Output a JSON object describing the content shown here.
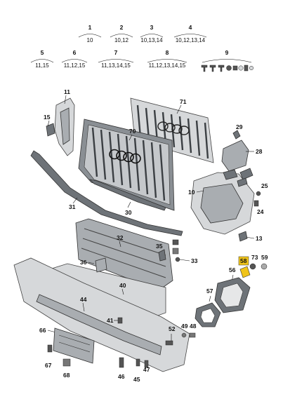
{
  "groups": [
    {
      "id": "1",
      "refs": "10"
    },
    {
      "id": "2",
      "refs": "10,12"
    },
    {
      "id": "3",
      "refs": "10,13,14"
    },
    {
      "id": "4",
      "refs": "10,12,13,14"
    },
    {
      "id": "5",
      "refs": "11,15"
    },
    {
      "id": "6",
      "refs": "11,12,15"
    },
    {
      "id": "7",
      "refs": "11,13,14,15"
    },
    {
      "id": "8",
      "refs": "11,12,13,14,15"
    },
    {
      "id": "9",
      "refs": ""
    }
  ],
  "callouts": {
    "c11": "11",
    "c15": "15",
    "c71": "71",
    "c70": "70",
    "c29": "29",
    "c28": "28",
    "c10": "10",
    "c25": "25",
    "c24": "24",
    "c31": "31",
    "c30": "30",
    "c13": "13",
    "c32": "32",
    "c35": "35",
    "c33": "33",
    "c58": "58",
    "c73": "73",
    "c59": "59",
    "c36": "36",
    "c40": "40",
    "c56": "56",
    "c57": "57",
    "c44": "44",
    "c41": "41",
    "c52": "52",
    "c49": "49",
    "c48": "48",
    "c66": "66",
    "c67": "67",
    "c68": "68",
    "c46": "46",
    "c45": "45",
    "c47": "47"
  },
  "colors": {
    "highlight": "#f0c419"
  }
}
